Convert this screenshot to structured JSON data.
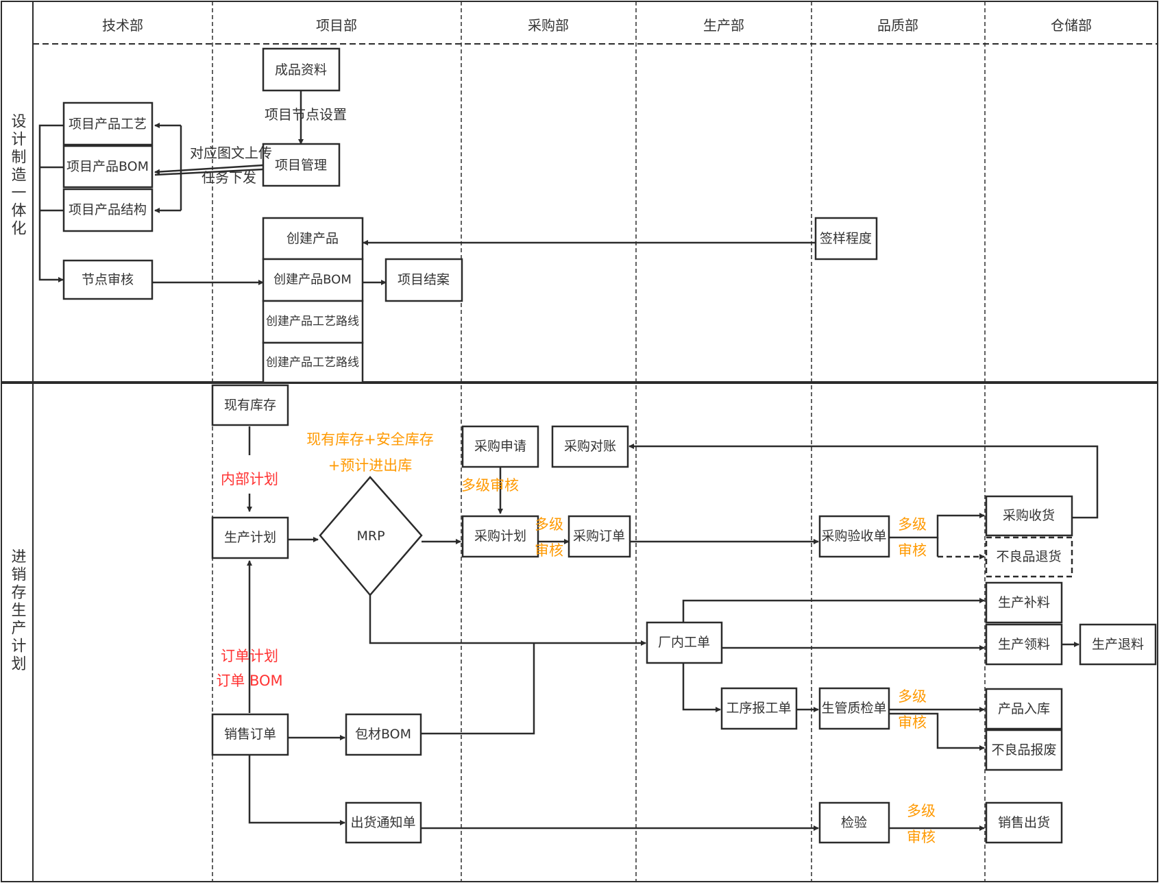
{
  "columns": [
    "技术部",
    "项目部",
    "采购部",
    "生产部",
    "品质部",
    "仓储部"
  ],
  "lanes": [
    "设计制造一体化",
    "进销存生产计划"
  ],
  "colors": {
    "stroke": "#2b2b2b",
    "box_fill": "#ffffff",
    "orange": "#ff9900",
    "red": "#ff3333",
    "text": "#333333"
  },
  "nodes": {
    "chengpin_ziliao": "成品资料",
    "xiangmu_guanli": "项目管理",
    "xiangmu_gongyi": "项目产品工艺",
    "xiangmu_bom": "项目产品BOM",
    "xiangmu_jiegou": "项目产品结构",
    "jiedian_shenhe": "节点审核",
    "chuangjian_chanpin": "创建产品",
    "chuangjian_bom": "创建产品BOM",
    "chuangjian_luxian_1": "创建产品工艺路线",
    "chuangjian_luxian_2": "创建产品工艺路线",
    "xiangmu_jiean": "项目结案",
    "qianyang_chengdu": "签样程度",
    "xianyou_kucun": "现有库存",
    "shengchan_jihua": "生产计划",
    "mrp": "MRP",
    "caigou_shenqing": "采购申请",
    "caigou_duizhang": "采购对账",
    "caigou_jihua": "采购计划",
    "caigou_dingdan": "采购订单",
    "caigou_yanshoudan": "采购验收单",
    "caigou_shouhuo": "采购收货",
    "buliangpin_tuihuo": "不良品退货",
    "shengchan_buliao": "生产补料",
    "shengchan_lingliao": "生产领料",
    "shengchan_tuiliao": "生产退料",
    "changnei_gongdan": "厂内工单",
    "gongxu_baogongdan": "工序报工单",
    "shengguan_zhijiandan": "生管质检单",
    "chanpin_ruku": "产品入库",
    "buliangpin_baofei": "不良品报废",
    "xiaoshou_dingdan": "销售订单",
    "baocai_bom": "包材BOM",
    "chuhuo_tongzhidan": "出货通知单",
    "jianyan": "检验",
    "xiaoshou_chuhuo": "销售出货"
  },
  "edge_labels": {
    "xiangmu_jiedian_shezhi": "项目节点设置",
    "duiying_tuwen_shangchuan": "对应图文上传",
    "renwu_xiafa": "任务下发",
    "neibu_jihua": "内部计划",
    "mrp_formula_1": "现有库存+安全库存",
    "mrp_formula_2": "+预计进出库",
    "duoji_shenhe": "多级审核",
    "duoji": "多级",
    "shenhe": "审核",
    "dingdan_jihua": "订单计划",
    "dingdan_bom": "订单 BOM"
  }
}
